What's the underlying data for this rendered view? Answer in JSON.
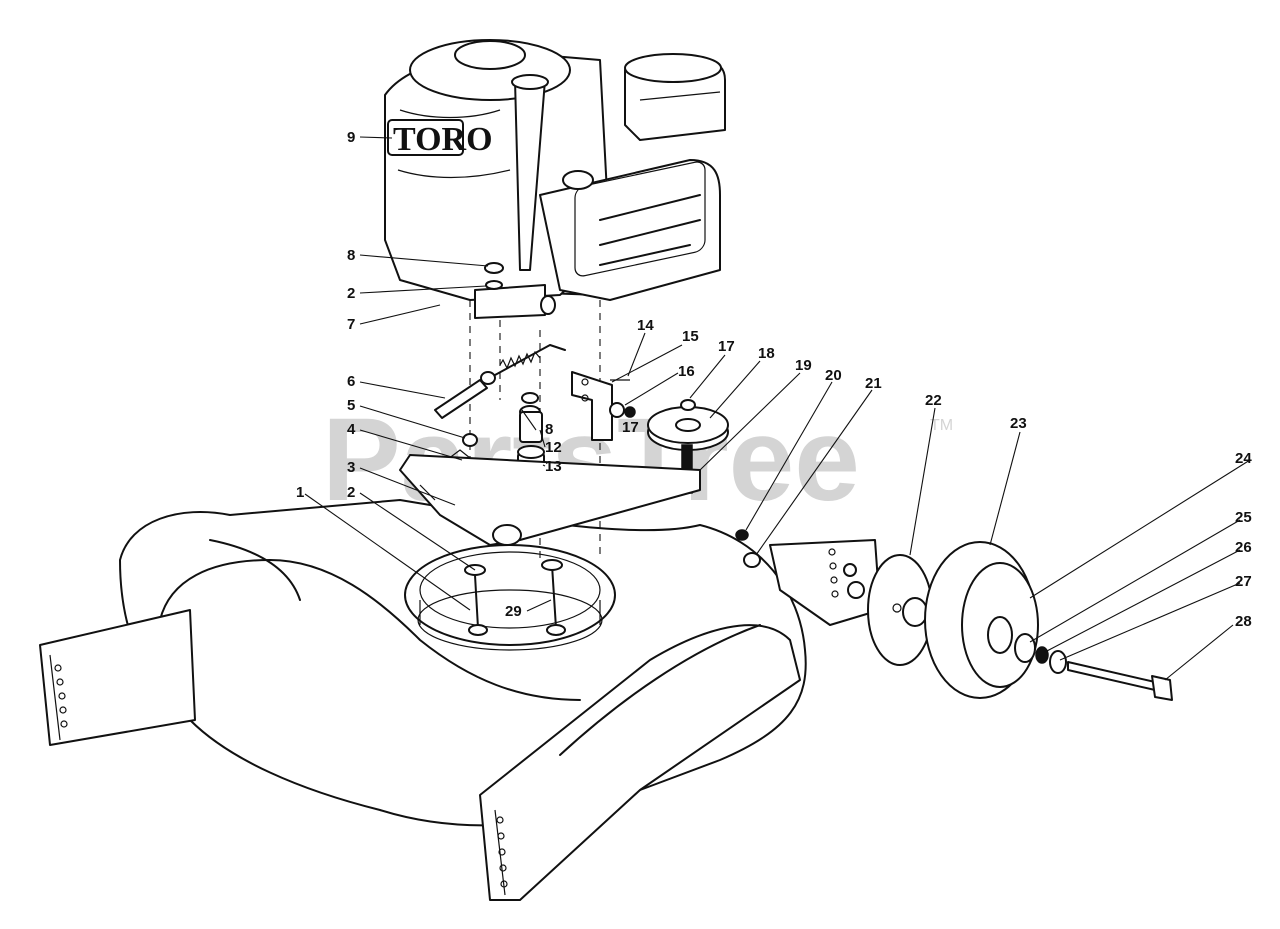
{
  "watermark": {
    "text": "PartsTree",
    "trademark": "TM"
  },
  "brand_label": "TORO",
  "callouts": [
    {
      "id": "c9",
      "text": "9"
    },
    {
      "id": "c8a",
      "text": "8"
    },
    {
      "id": "c2a",
      "text": "2"
    },
    {
      "id": "c7",
      "text": "7"
    },
    {
      "id": "c6",
      "text": "6"
    },
    {
      "id": "c5",
      "text": "5"
    },
    {
      "id": "c4",
      "text": "4"
    },
    {
      "id": "c3",
      "text": "3"
    },
    {
      "id": "c1",
      "text": "1"
    },
    {
      "id": "c2b",
      "text": "2"
    },
    {
      "id": "c29",
      "text": "29"
    },
    {
      "id": "c14",
      "text": "14"
    },
    {
      "id": "c15",
      "text": "15"
    },
    {
      "id": "c16",
      "text": "16"
    },
    {
      "id": "c17a",
      "text": "17"
    },
    {
      "id": "c17b",
      "text": "17"
    },
    {
      "id": "c18",
      "text": "18"
    },
    {
      "id": "c19",
      "text": "19"
    },
    {
      "id": "c20",
      "text": "20"
    },
    {
      "id": "c21",
      "text": "21"
    },
    {
      "id": "c22",
      "text": "22"
    },
    {
      "id": "c23",
      "text": "23"
    },
    {
      "id": "c24",
      "text": "24"
    },
    {
      "id": "c25",
      "text": "25"
    },
    {
      "id": "c26",
      "text": "26"
    },
    {
      "id": "c27",
      "text": "27"
    },
    {
      "id": "c28",
      "text": "28"
    },
    {
      "id": "c8b",
      "text": "8"
    },
    {
      "id": "c12",
      "text": "12"
    },
    {
      "id": "c13",
      "text": "13"
    }
  ]
}
